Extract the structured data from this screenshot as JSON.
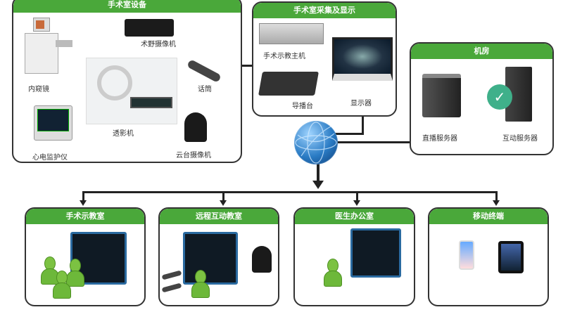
{
  "or_equipment": {
    "title": "手术室设备",
    "items": [
      "内窥镜",
      "术野摄像机",
      "话筒",
      "透影机",
      "心电监护仪",
      "云台摄像机"
    ]
  },
  "capture_display": {
    "title": "手术室采集及显示",
    "items": [
      "手术示教主机",
      "导播台",
      "显示器"
    ]
  },
  "server_room": {
    "title": "机房",
    "items": [
      "直播服务器",
      "互动服务器"
    ]
  },
  "terminals": [
    {
      "title": "手术示教室"
    },
    {
      "title": "远程互动教室"
    },
    {
      "title": "医生办公室"
    },
    {
      "title": "移动终端"
    }
  ],
  "colors": {
    "header_green": "#4aa83a",
    "person_green": "#7cc242",
    "globe_blue": "#2a7bc4",
    "check_teal": "#3fb08a"
  }
}
